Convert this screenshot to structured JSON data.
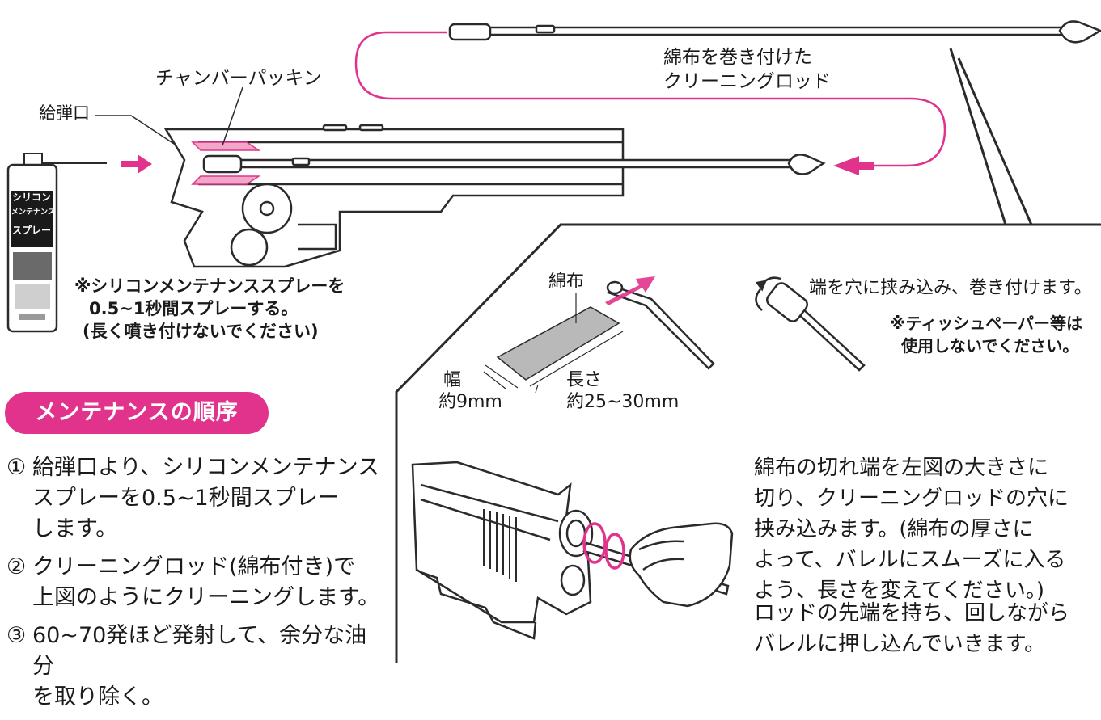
{
  "colors": {
    "accent": "#e1338c",
    "line": "#2b2b2b",
    "part_fill": "#f1a7c8",
    "cloth": "#b9b9b9"
  },
  "labels": {
    "feed_port": "給弾口",
    "chamber_packing": "チャンバーパッキン",
    "rod_line1": "綿布を巻き付けた",
    "rod_line2": "クリーニングロッド",
    "cloth": "綿布",
    "width_line1": "幅",
    "width_line2": "約9mm",
    "length_line1": "長さ",
    "length_line2": "約25~30mm",
    "insert_note": "端を穴に挟み込み、巻き付けます。",
    "tissue_line1": "※ティッシュペーパー等は",
    "tissue_line2": "使用しないでください。"
  },
  "spray": {
    "can_lines": [
      "シリコン",
      "メンテナンス",
      "スプレー"
    ],
    "note_line1": "※シリコンメンテナンススプレーを",
    "note_line2": "0.5~1秒間スプレーする。",
    "note_line3": "(長く噴き付けないでください)"
  },
  "section_title": "メンテナンスの順序",
  "steps": [
    {
      "num": "①",
      "text": "給弾口より、シリコンメンテナンス\nスプレーを0.5~1秒間スプレー\nします。"
    },
    {
      "num": "②",
      "text": "クリーニングロッド(綿布付き)で\n上図のようにクリーニングします。"
    },
    {
      "num": "③",
      "text": "60~70発ほど発射して、余分な油分\nを取り除く。"
    }
  ],
  "instructions": {
    "para1": "綿布の切れ端を左図の大きさに\n切り、クリーニングロッドの穴に\n挟み込みます。(綿布の厚さに\nよって、バレルにスムーズに入る\nよう、長さを変えてください。)",
    "para2": "ロッドの先端を持ち、回しながら\nバレルに押し込んでいきます。"
  }
}
